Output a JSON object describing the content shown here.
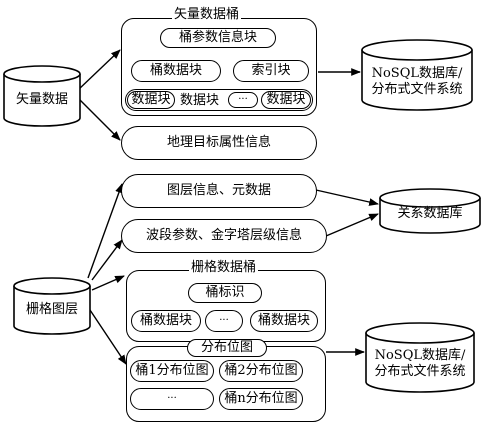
{
  "vector_layer": "矢量数据",
  "raster_layer": "栅格图层",
  "vector_bucket": {
    "title": "矢量数据桶",
    "param_block": "桶参数信息块",
    "bucket_block": "桶数据块",
    "index_block": "索引块",
    "data_row": [
      "数据块",
      "数据块",
      "···",
      "数据块"
    ],
    "attribute_info": "地理目标属性信息"
  },
  "layer_info": "图层信息、元数据",
  "band_params": "波段参数、金字塔层级信息",
  "relational_db": "关系数据库",
  "nosql_top": [
    "NoSQL数据库/",
    "分布式文件系统"
  ],
  "nosql_bottom": [
    "NoSQL数据库/",
    "分布式文件系统"
  ],
  "raster_bucket": {
    "title": "栅格数据桶",
    "bucket_id": "桶标识",
    "block_left": "桶数据块",
    "ellipsis": "···",
    "block_right": "桶数据块",
    "distribution_map": "分布位图",
    "map1": "桶1分布位图",
    "map2": "桶2分布位图",
    "ellipsis2": "···",
    "mapn": "桶n分布位图"
  }
}
